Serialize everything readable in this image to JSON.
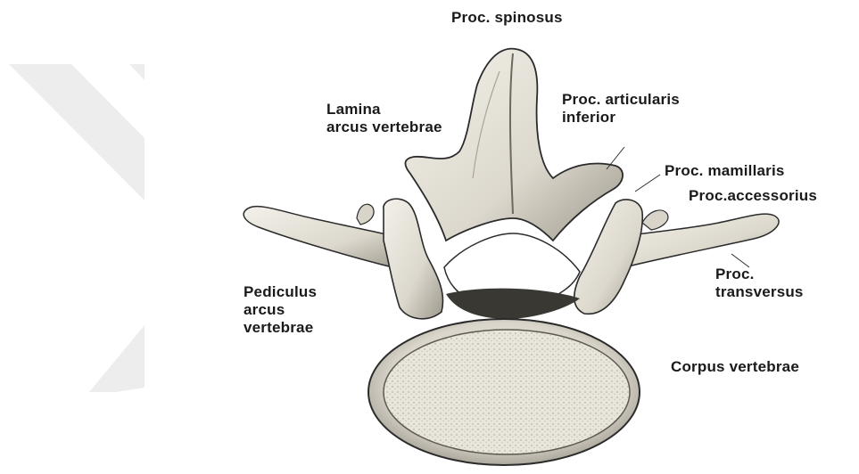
{
  "labels": {
    "proc_spinosus": "Proc. spinosus",
    "lamina": [
      "Lamina",
      "arcus vertebrae"
    ],
    "proc_articularis": [
      "Proc. articularis",
      "inferior"
    ],
    "proc_mamillaris": "Proc. mamillaris",
    "proc_accessorius": "Proc.accessorius",
    "proc_transversus": [
      "Proc.",
      "transversus"
    ],
    "pediculus": [
      "Pediculus",
      "arcus",
      "vertebrae"
    ],
    "corpus": "Corpus vertebrae"
  },
  "colors": {
    "watermark": "#ececec",
    "bone_fill": "#e9e6dc",
    "bone_shadow": "#8a867c",
    "outline": "#2b2b2b",
    "text": "#1a1a1a"
  }
}
